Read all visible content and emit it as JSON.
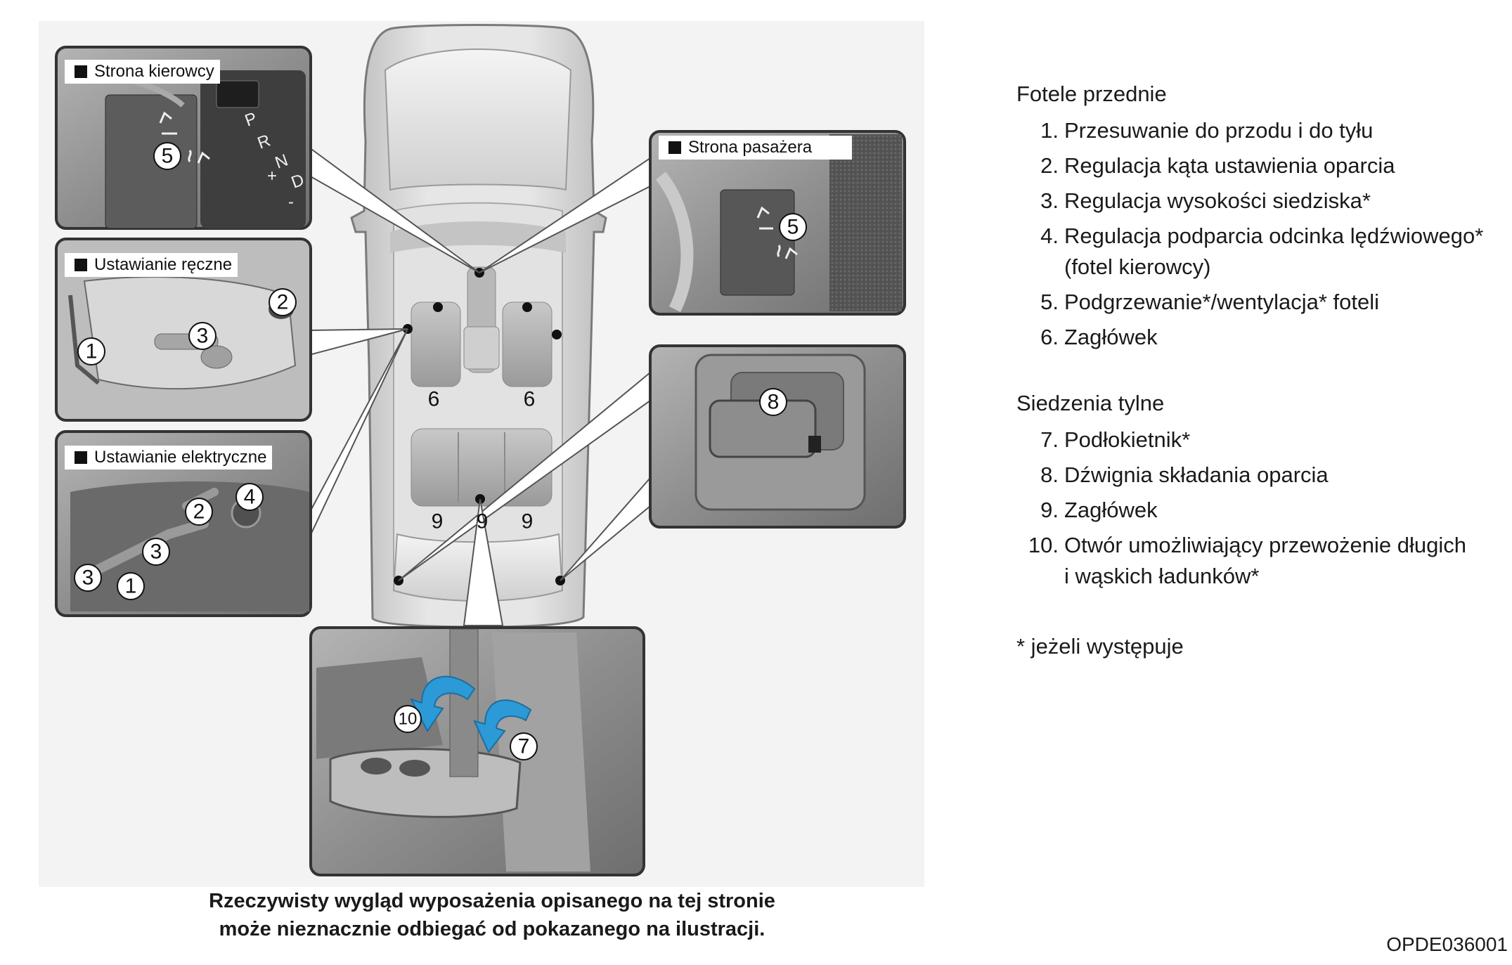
{
  "panels": {
    "driver_side": "Strona kierowcy",
    "manual_adjust": "Ustawianie ręczne",
    "electric_adjust": "Ustawianie elektryczne",
    "passenger_side": "Strona pasażera"
  },
  "gear_letters": [
    "P",
    "R",
    "N",
    "D",
    "+",
    "-"
  ],
  "markers": {
    "heat_driver": "5",
    "manual_1": "1",
    "manual_2": "2",
    "manual_3": "3",
    "electric_1": "1",
    "electric_2": "2",
    "electric_3a": "3",
    "electric_3b": "3",
    "electric_4": "4",
    "heat_passenger": "5",
    "fold_lever": "8",
    "headrest_front_left": "6",
    "headrest_front_right": "6",
    "headrest_rear_left": "9",
    "headrest_rear_center": "9",
    "headrest_rear_right": "9",
    "trunk_passthrough": "10",
    "armrest": "7"
  },
  "legend": {
    "front_title": "Fotele przednie",
    "front_items": [
      {
        "num": "1.",
        "text": "Przesuwanie do przodu i do tyłu"
      },
      {
        "num": "2.",
        "text": "Regulacja kąta ustawienia oparcia"
      },
      {
        "num": "3.",
        "text": "Regulacja wysokości siedziska*"
      },
      {
        "num": "4.",
        "text": "Regulacja podparcia odcinka lędźwiowego*",
        "text2": "(fotel kierowcy)"
      },
      {
        "num": "5.",
        "text": "Podgrzewanie*/wentylacja* foteli"
      },
      {
        "num": "6.",
        "text": "Zagłówek"
      }
    ],
    "rear_title": "Siedzenia tylne",
    "rear_items": [
      {
        "num": "7.",
        "text": "Podłokietnik*"
      },
      {
        "num": "8.",
        "text": "Dźwignia składania oparcia"
      },
      {
        "num": "9.",
        "text": "Zagłówek"
      },
      {
        "num": "10.",
        "text": "Otwór umożliwiający przewożenie długich",
        "text2": "i wąskich ładunków*"
      }
    ],
    "footnote": "* jeżeli występuje"
  },
  "caption": {
    "line1": "Rzeczywisty wygląd wyposażenia opisanego na tej stronie",
    "line2": "może nieznacznie odbiegać od pokazanego na ilustracji."
  },
  "figure_code": "OPDE036001",
  "colors": {
    "panel_bg": "#8f8f8f",
    "panel_border": "#333333",
    "arrow_blue": "#2b9ad6",
    "car_body": "#d9d9d9",
    "figure_bg": "#f3f3f3"
  }
}
